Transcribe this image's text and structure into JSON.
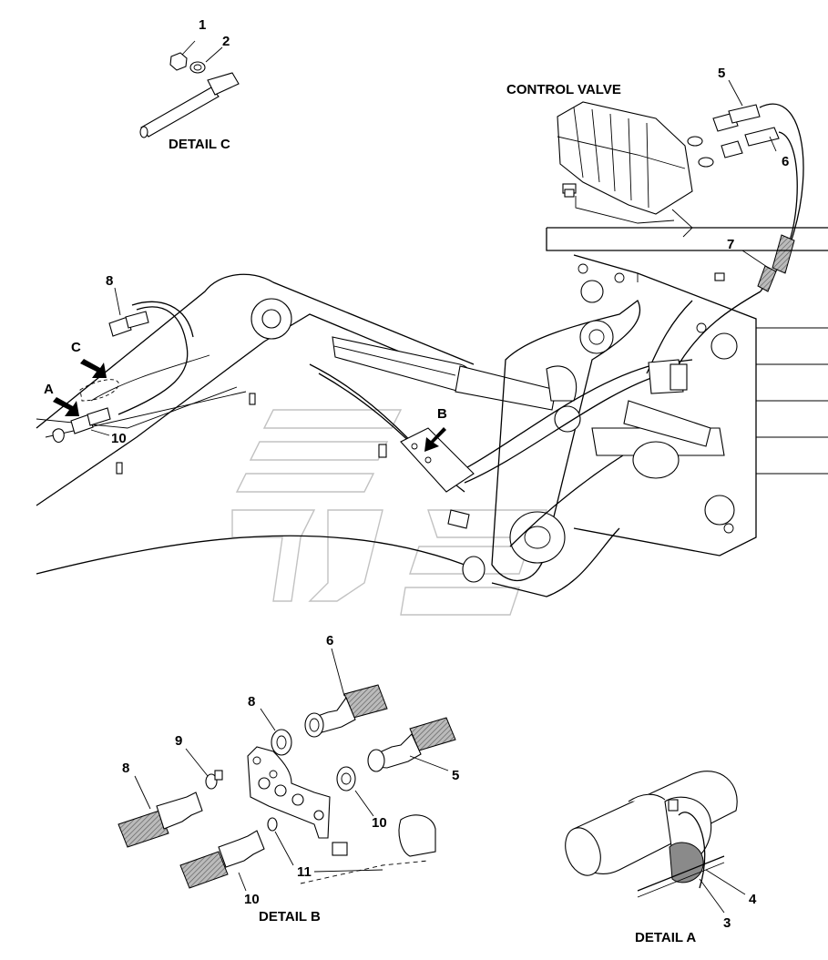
{
  "labels": {
    "control_valve": "CONTROL VALVE",
    "detail_a": "DETAIL A",
    "detail_b": "DETAIL B",
    "detail_c": "DETAIL C",
    "view_a": "A",
    "view_b": "B",
    "view_c": "C"
  },
  "callouts": {
    "c1": "1",
    "c2": "2",
    "c3": "3",
    "c4": "4",
    "c5_top": "5",
    "c5_b": "5",
    "c6_top": "6",
    "c6_b": "6",
    "c7": "7",
    "c8_top": "8",
    "c8_b1": "8",
    "c8_b2": "8",
    "c9": "9",
    "c10_top": "10",
    "c10_b1": "10",
    "c10_b2": "10",
    "c11": "11"
  }
}
